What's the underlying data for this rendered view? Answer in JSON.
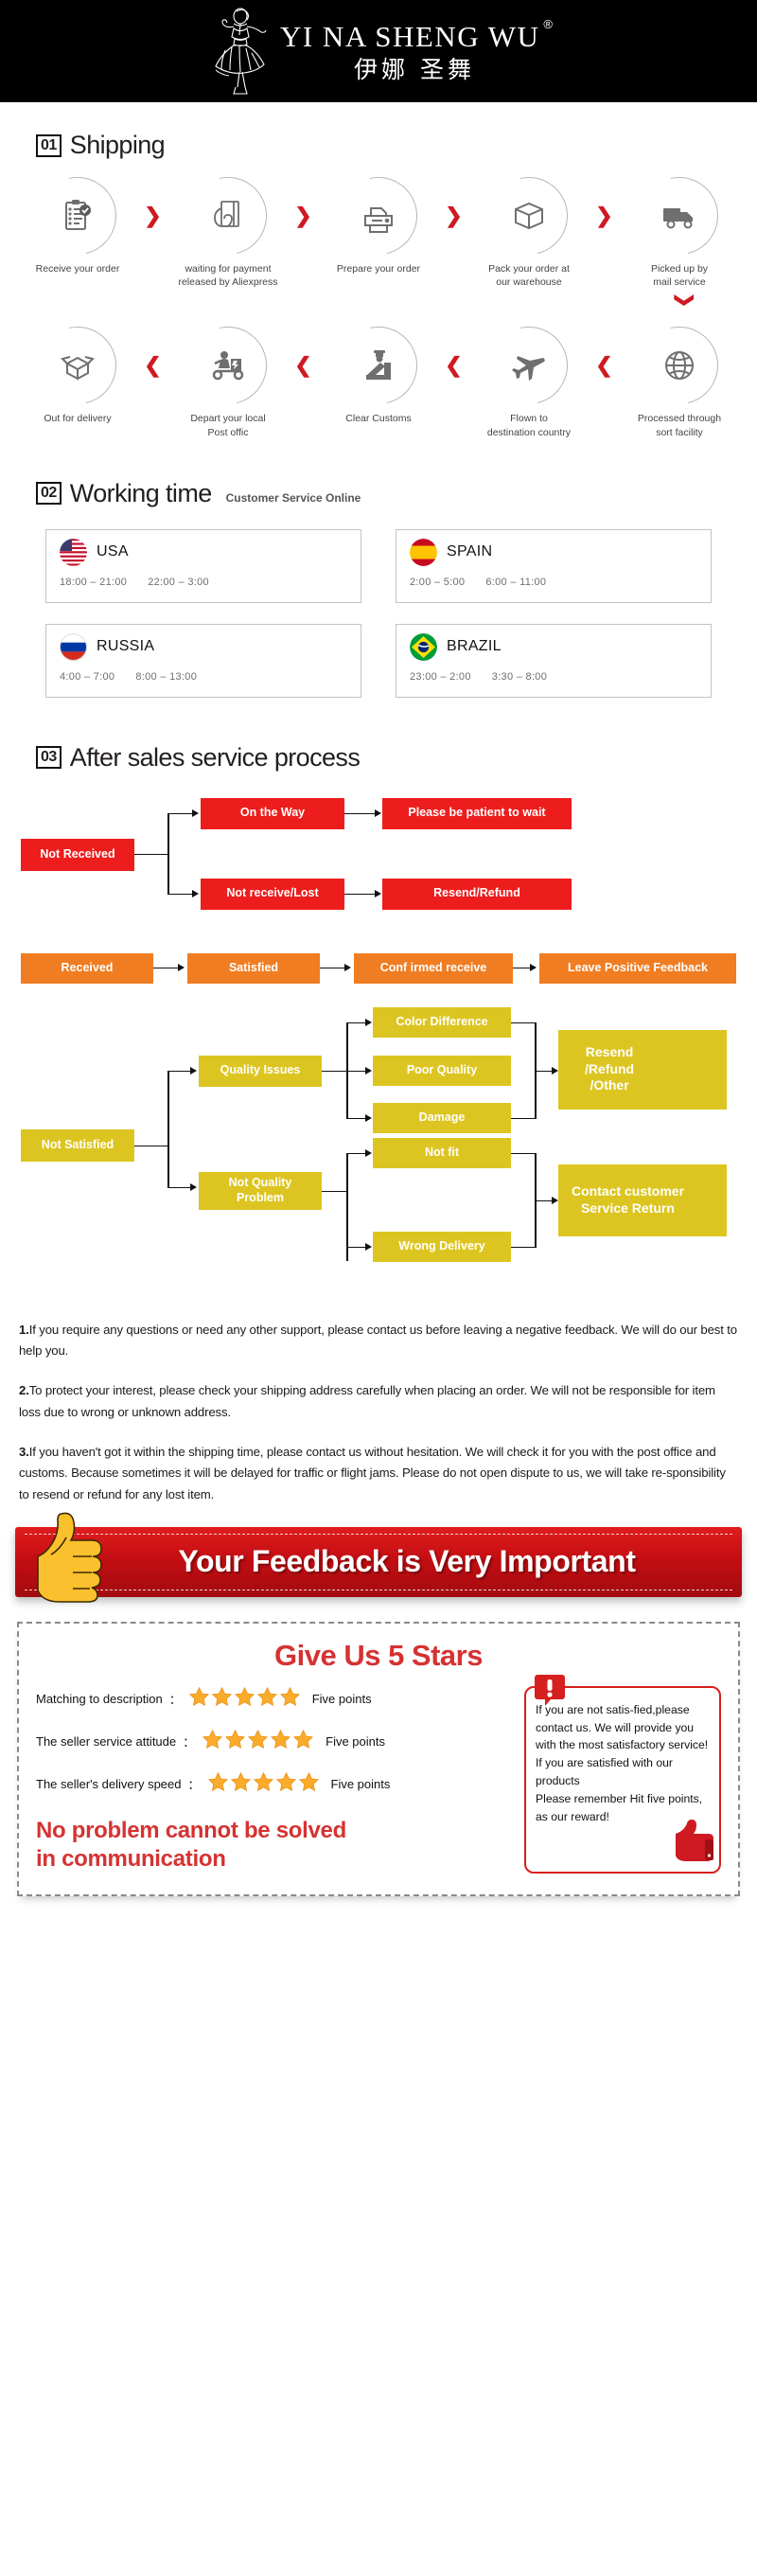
{
  "header": {
    "brand_en": "YI NA SHENG WU",
    "brand_reg": "®",
    "brand_cn": "伊娜 圣舞",
    "logo_icon": "dancer-logo-icon"
  },
  "shipping": {
    "number": "01",
    "title": "Shipping",
    "row1": [
      {
        "label": "Receive your order",
        "icon": "clipboard-check-icon"
      },
      {
        "label": "waiting for payment\nreleased by Aliexpress",
        "icon": "hand-card-icon"
      },
      {
        "label": "Prepare your order",
        "icon": "printer-icon"
      },
      {
        "label": "Pack your order at\nour warehouse",
        "icon": "closed-box-icon"
      },
      {
        "label": "Picked up by\nmail service",
        "icon": "delivery-truck-icon"
      }
    ],
    "row2": [
      {
        "label": "Out for delivery",
        "icon": "open-box-icon"
      },
      {
        "label": "Depart your local\nPost offic",
        "icon": "scooter-courier-icon"
      },
      {
        "label": "Clear Customs",
        "icon": "customs-officer-icon"
      },
      {
        "label": "Flown to\ndestination country",
        "icon": "airplane-icon"
      },
      {
        "label": "Processed through\nsort facility",
        "icon": "globe-icon"
      }
    ],
    "arrow_right": "❯",
    "arrow_left": "❮",
    "arrow_down": "❯"
  },
  "working_time": {
    "number": "02",
    "title": "Working time",
    "subtitle": "Customer Service Online",
    "cards": [
      {
        "country": "USA",
        "flag": "flag-usa-icon",
        "times": [
          "18:00 – 21:00",
          "22:00 – 3:00"
        ]
      },
      {
        "country": "SPAIN",
        "flag": "flag-spain-icon",
        "times": [
          "2:00 – 5:00",
          "6:00 – 11:00"
        ]
      },
      {
        "country": "RUSSIA",
        "flag": "flag-russia-icon",
        "times": [
          "4:00 – 7:00",
          "8:00 – 13:00"
        ]
      },
      {
        "country": "BRAZIL",
        "flag": "flag-brazil-icon",
        "times": [
          "23:00 – 2:00",
          "3:30 – 8:00"
        ]
      }
    ]
  },
  "after_sales": {
    "number": "03",
    "title": "After sales service process",
    "red_flow": {
      "root": "Not Received",
      "branch_a": "On the Way",
      "branch_a_result": "Please be patient to wait",
      "branch_b": "Not receive/Lost",
      "branch_b_result": "Resend/Refund"
    },
    "orange_flow": {
      "step1": "Received",
      "step2": "Satisfied",
      "step3": "Conf irmed receive",
      "step4": "Leave Positive Feedback"
    },
    "yellow_flow": {
      "root": "Not Satisfied",
      "quality_issues": "Quality Issues",
      "quality_children": [
        "Color Difference",
        "Poor Quality",
        "Damage"
      ],
      "quality_result": "Resend\n/Refund\n/Other",
      "not_quality": "Not Quality\nProblem",
      "not_quality_children": [
        "Not fit",
        "Wrong Delivery"
      ],
      "not_quality_result": "Contact customer\nService Return"
    }
  },
  "notes": [
    {
      "num": "1.",
      "text": "If you require any questions or need any other support, please contact us before leaving a negative feedback. We will do our best to help you."
    },
    {
      "num": "2.",
      "text": "To protect your interest, please check your shipping address carefully when placing an order. We will not be responsible for item loss due to wrong or unknown address."
    },
    {
      "num": "3.",
      "text": "If you haven't got it within the shipping time, please contact us without hesitation. We will check it for you with the post office and customs. Because sometimes it will be delayed for traffic or flight jams. Please do not open dispute to us, we will take re-sponsibility to resend or refund for any lost item."
    }
  ],
  "feedback_banner": {
    "text": "Your Feedback is Very Important",
    "icon": "thumbs-up-icon"
  },
  "stars": {
    "title": "Give Us 5 Stars",
    "star_count": 5,
    "rows": [
      {
        "label": "Matching to description",
        "colon": "：",
        "points": "Five points"
      },
      {
        "label": "The seller service attitude",
        "colon": "：",
        "points": "Five points"
      },
      {
        "label": "The seller's delivery speed",
        "colon": "：",
        "points": "Five points"
      }
    ],
    "slogan": "No problem cannot be solved\nin communication",
    "note_box": {
      "icon": "exclamation-icon",
      "thumb_icon": "thumbs-up-red-icon",
      "text": "If you are not satis-fied,please contact us. We will provide you with the most satisfactory service!\nIf you are satisfied with our products\nPlease remember Hit five points, as our reward!"
    }
  },
  "colors": {
    "red": "#ee1d1d",
    "orange": "#f07d22",
    "yellow": "#ddc521",
    "banner_red": "#c20d12",
    "slogan_red": "#d63232",
    "arrow_red": "#cf1a22"
  }
}
